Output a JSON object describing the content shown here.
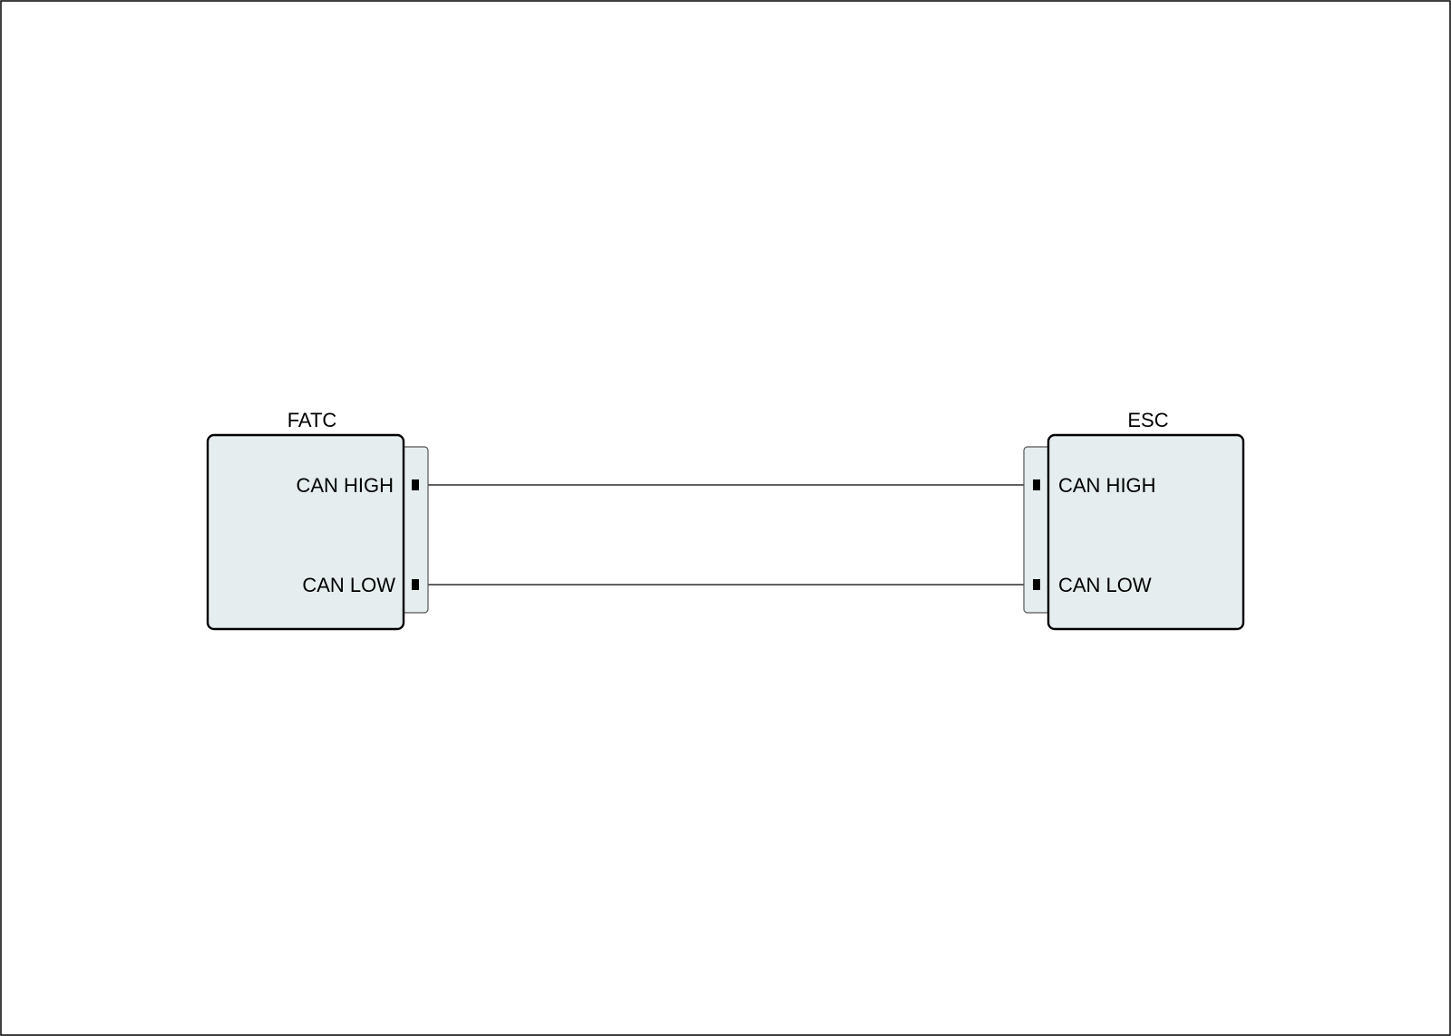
{
  "diagram": {
    "colors": {
      "module_fill": "#e5edee",
      "outline": "#000000",
      "background": "#ffffff",
      "connector_outline": "#555555"
    },
    "modules": [
      {
        "id": "fatc",
        "title": "FATC",
        "pins": [
          {
            "id": "can-high",
            "label": "CAN HIGH"
          },
          {
            "id": "can-low",
            "label": "CAN LOW"
          }
        ]
      },
      {
        "id": "esc",
        "title": "ESC",
        "pins": [
          {
            "id": "can-high",
            "label": "CAN HIGH"
          },
          {
            "id": "can-low",
            "label": "CAN LOW"
          }
        ]
      }
    ],
    "wires": [
      {
        "from": "FATC CAN HIGH",
        "to": "ESC CAN HIGH"
      },
      {
        "from": "FATC CAN LOW",
        "to": "ESC CAN LOW"
      }
    ]
  }
}
